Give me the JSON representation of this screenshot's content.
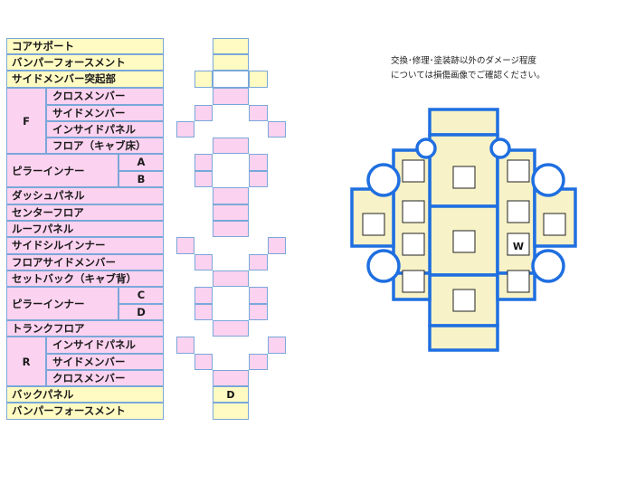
{
  "table": {
    "core_support": "コアサポート",
    "bumper_reinforcement_front": "バンパーフォースメント",
    "side_member_protrusion": "サイドメンバー突起部",
    "front_label": "F",
    "front_cross_member": "クロスメンバー",
    "front_side_member": "サイドメンバー",
    "front_inside_panel": "インサイドパネル",
    "floor_cab": "フロア（キャブ床）",
    "pillar_inner_1": "ピラーインナー",
    "pillar_a": "A",
    "pillar_b": "B",
    "dash_panel": "ダッシュパネル",
    "center_floor": "センターフロア",
    "roof_panel": "ルーフパネル",
    "side_sill_inner": "サイドシルインナー",
    "floor_side_member": "フロアサイドメンバー",
    "setback": "セットバック（キャブ背）",
    "pillar_inner_2": "ピラーインナー",
    "pillar_c": "C",
    "pillar_d": "D",
    "trunk_floor": "トランクフロア",
    "rear_label": "R",
    "rear_inside_panel": "インサイドパネル",
    "rear_side_member": "サイドメンバー",
    "rear_cross_member": "クロスメンバー",
    "back_panel": "バックパネル",
    "bumper_reinforcement_rear": "バンパーフォースメント"
  },
  "grid": {
    "back_panel_mark": "D"
  },
  "note": {
    "line1": "交換･修理･塗装跡以外のダメージ程度",
    "line2": "については損傷画像でご確認ください。"
  },
  "diagram": {
    "mark_w": "W"
  },
  "colors": {
    "yellow": "#fffbc2",
    "pink": "#fbd2ef",
    "border": "#7aa7da",
    "diagram_blue": "#1f6fe0",
    "diagram_fill": "#f8f2c8"
  }
}
